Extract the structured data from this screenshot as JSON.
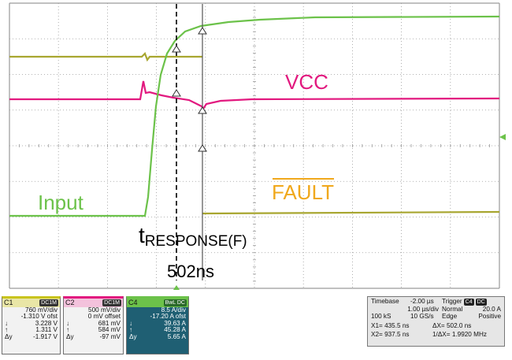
{
  "labels": {
    "input": "Input",
    "vcc": "VCC",
    "fault": "FAULT",
    "t_main": "t",
    "t_sub": "RESPONSE(F)",
    "delta": "502ns"
  },
  "colors": {
    "input": "#6cc24a",
    "vcc": "#e2197f",
    "fault": "#a8a630",
    "fault_label": "#f0a81c",
    "grid": "#9a9a9a",
    "c4": "#2e8b9a"
  },
  "channels": [
    {
      "name": "C1",
      "coupling": "DC1M",
      "color": "#c9c41d",
      "rows": [
        [
          "",
          "760 mV/div"
        ],
        [
          "",
          "-1.310 V ofst"
        ],
        [
          "↓",
          "3.228 V"
        ],
        [
          "↑",
          "1.311 V"
        ],
        [
          "Δy",
          "-1.917 V"
        ]
      ]
    },
    {
      "name": "C2",
      "coupling": "DC1M",
      "color": "#e2197f",
      "rows": [
        [
          "",
          "500 mV/div"
        ],
        [
          "",
          "0 mV offset"
        ],
        [
          "↓",
          "681 mV"
        ],
        [
          "↑",
          "584 mV"
        ],
        [
          "Δy",
          "-97 mV"
        ]
      ]
    },
    {
      "name": "C4",
      "coupling": "BwL DC",
      "color": "#2e8b9a",
      "rows": [
        [
          "",
          "8.5 A/div"
        ],
        [
          "",
          "-17.20 A ofst"
        ],
        [
          "↓",
          "39.63 A"
        ],
        [
          "↑",
          "45.28 A"
        ],
        [
          "Δy",
          "5.65 A"
        ]
      ]
    }
  ],
  "timebase": {
    "label": "Timebase",
    "offset": "-2.00 µs",
    "div": "1.00 µs/div",
    "samples": "100 kS",
    "rate": "10 GS/s"
  },
  "trigger": {
    "label": "Trigger",
    "ch": "C4",
    "coupling": "DC",
    "mode": "Normal",
    "level": "20.0 A",
    "type": "Edge",
    "slope": "Positive"
  },
  "cursors": {
    "x1": "X1=  435.5 ns",
    "dx": "ΔX=     502.0 ns",
    "x2": "X2=  937.5 ns",
    "inv": "1/ΔX=  1.9920 MHz"
  }
}
